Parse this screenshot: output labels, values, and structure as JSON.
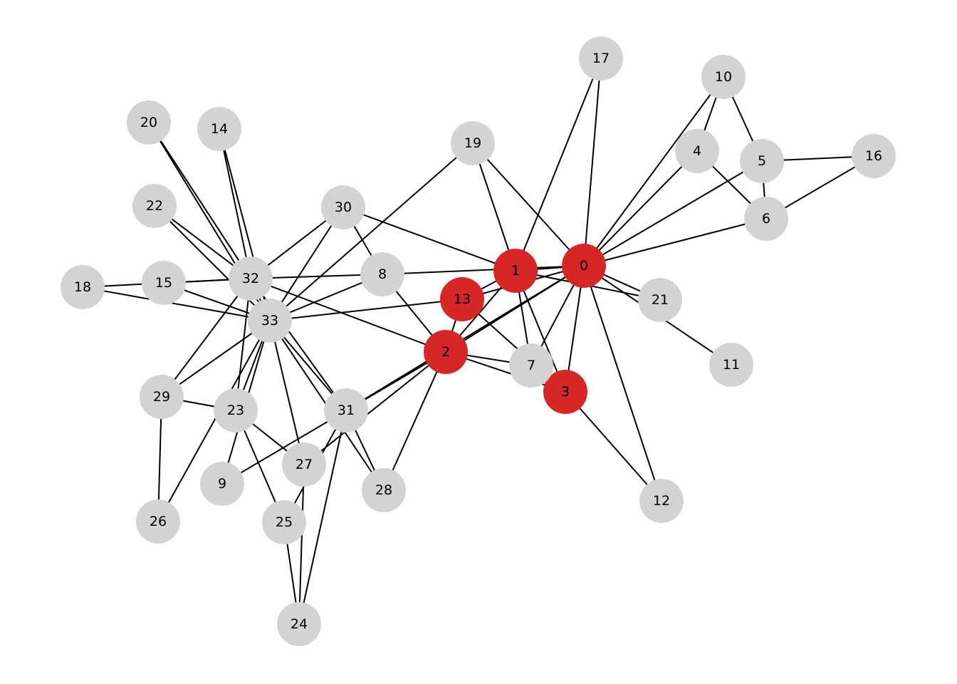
{
  "graph": {
    "colors": {
      "highlight": "#d62728",
      "default": "#d3d3d3",
      "edge": "#000000"
    },
    "nodes": [
      {
        "id": 0,
        "label": "0",
        "highlighted": true
      },
      {
        "id": 1,
        "label": "1",
        "highlighted": true
      },
      {
        "id": 2,
        "label": "2",
        "highlighted": true
      },
      {
        "id": 3,
        "label": "3",
        "highlighted": true
      },
      {
        "id": 4,
        "label": "4"
      },
      {
        "id": 5,
        "label": "5"
      },
      {
        "id": 6,
        "label": "6"
      },
      {
        "id": 7,
        "label": "7"
      },
      {
        "id": 8,
        "label": "8"
      },
      {
        "id": 9,
        "label": "9"
      },
      {
        "id": 10,
        "label": "10"
      },
      {
        "id": 11,
        "label": "11"
      },
      {
        "id": 12,
        "label": "12"
      },
      {
        "id": 13,
        "label": "13",
        "highlighted": true
      },
      {
        "id": 14,
        "label": "14"
      },
      {
        "id": 15,
        "label": "15"
      },
      {
        "id": 16,
        "label": "16"
      },
      {
        "id": 17,
        "label": "17"
      },
      {
        "id": 18,
        "label": "18"
      },
      {
        "id": 19,
        "label": "19"
      },
      {
        "id": 20,
        "label": "20"
      },
      {
        "id": 21,
        "label": "21"
      },
      {
        "id": 22,
        "label": "22"
      },
      {
        "id": 23,
        "label": "23"
      },
      {
        "id": 24,
        "label": "24"
      },
      {
        "id": 25,
        "label": "25"
      },
      {
        "id": 26,
        "label": "26"
      },
      {
        "id": 27,
        "label": "27"
      },
      {
        "id": 28,
        "label": "28"
      },
      {
        "id": 29,
        "label": "29"
      },
      {
        "id": 30,
        "label": "30"
      },
      {
        "id": 31,
        "label": "31"
      },
      {
        "id": 32,
        "label": "32"
      },
      {
        "id": 33,
        "label": "33"
      }
    ],
    "edges": [
      [
        0,
        1
      ],
      [
        0,
        2
      ],
      [
        0,
        3
      ],
      [
        0,
        4
      ],
      [
        0,
        5
      ],
      [
        0,
        6
      ],
      [
        0,
        7
      ],
      [
        0,
        8
      ],
      [
        0,
        10
      ],
      [
        0,
        11
      ],
      [
        0,
        12
      ],
      [
        0,
        13
      ],
      [
        0,
        17
      ],
      [
        0,
        19
      ],
      [
        0,
        21
      ],
      [
        0,
        31
      ],
      [
        1,
        2
      ],
      [
        1,
        3
      ],
      [
        1,
        7
      ],
      [
        1,
        13
      ],
      [
        1,
        17
      ],
      [
        1,
        19
      ],
      [
        1,
        21
      ],
      [
        1,
        30
      ],
      [
        2,
        3
      ],
      [
        2,
        7
      ],
      [
        2,
        8
      ],
      [
        2,
        9
      ],
      [
        2,
        13
      ],
      [
        2,
        27
      ],
      [
        2,
        28
      ],
      [
        2,
        32
      ],
      [
        3,
        7
      ],
      [
        3,
        12
      ],
      [
        3,
        13
      ],
      [
        4,
        6
      ],
      [
        4,
        10
      ],
      [
        5,
        6
      ],
      [
        5,
        10
      ],
      [
        5,
        16
      ],
      [
        6,
        16
      ],
      [
        8,
        30
      ],
      [
        8,
        32
      ],
      [
        8,
        33
      ],
      [
        9,
        33
      ],
      [
        13,
        33
      ],
      [
        14,
        32
      ],
      [
        14,
        33
      ],
      [
        15,
        32
      ],
      [
        15,
        33
      ],
      [
        18,
        32
      ],
      [
        18,
        33
      ],
      [
        19,
        33
      ],
      [
        20,
        32
      ],
      [
        20,
        33
      ],
      [
        22,
        32
      ],
      [
        22,
        33
      ],
      [
        23,
        25
      ],
      [
        23,
        27
      ],
      [
        23,
        29
      ],
      [
        23,
        32
      ],
      [
        23,
        33
      ],
      [
        24,
        25
      ],
      [
        24,
        27
      ],
      [
        24,
        31
      ],
      [
        25,
        31
      ],
      [
        26,
        29
      ],
      [
        26,
        33
      ],
      [
        27,
        33
      ],
      [
        28,
        31
      ],
      [
        28,
        33
      ],
      [
        29,
        32
      ],
      [
        29,
        33
      ],
      [
        30,
        32
      ],
      [
        30,
        33
      ],
      [
        31,
        32
      ],
      [
        31,
        33
      ],
      [
        32,
        33
      ]
    ]
  }
}
